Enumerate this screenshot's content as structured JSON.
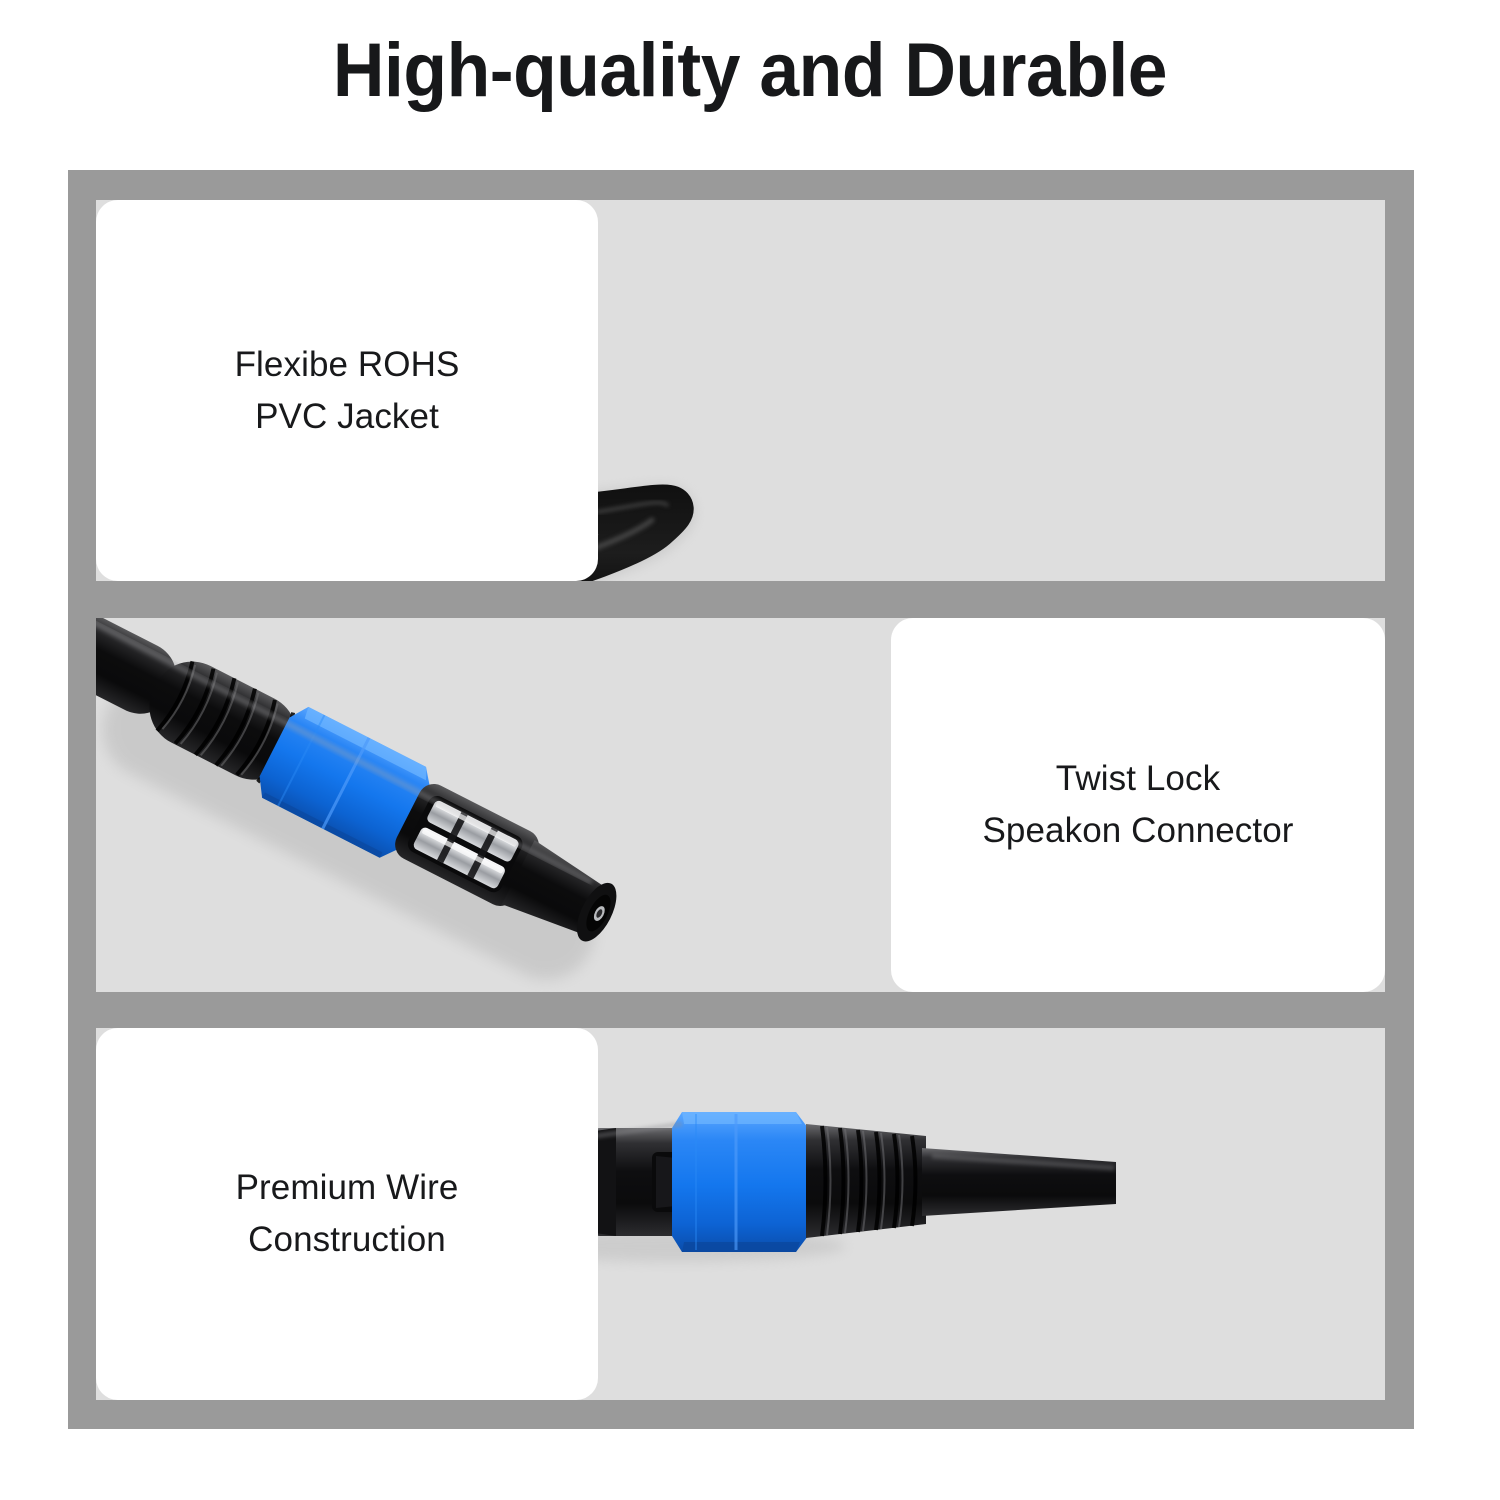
{
  "page": {
    "title": "High-quality and Durable",
    "background_color": "#ffffff",
    "frame_color": "#9a9a9a",
    "photo_background_color": "#dedede",
    "card_color": "#ffffff",
    "text_color": "#18191b",
    "accent_blue": "#1477ee",
    "cable_black": "#151515",
    "metal_silver": "#d5d7da",
    "wire_red": "#d8272c",
    "wire_white": "#e9e9e9"
  },
  "features": [
    {
      "id": "pvc-jacket",
      "line1": "Flexibe ROHS",
      "line2": "PVC Jacket",
      "card_side": "left",
      "image_name": "coiled-black-cable-photo",
      "image_alt": "Coiled flexible black PVC jacketed speaker cable"
    },
    {
      "id": "twist-lock",
      "line1": "Twist Lock",
      "line2": "Speakon Connector",
      "card_side": "right",
      "image_name": "speakon-connector-photo",
      "image_alt": "Blue collared twist lock Speakon connector on black cable"
    },
    {
      "id": "wire-construction",
      "line1": "Premium Wire",
      "line2": "Construction",
      "card_side": "left",
      "image_name": "exploded-connector-photo",
      "image_alt": "Exploded view of Speakon connector showing internal red and white wires"
    }
  ]
}
